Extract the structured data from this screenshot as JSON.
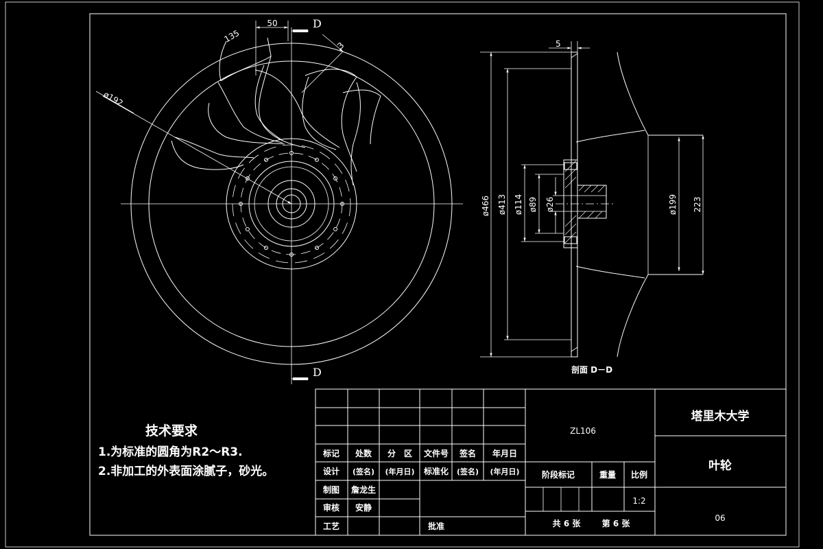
{
  "dimensions": {
    "width_50": "50",
    "section_D": "D",
    "thk_5": "5",
    "ang_135": "135",
    "ang_3": "3",
    "dia_192": "ø192",
    "dia_466": "ø466",
    "dia_413": "ø413",
    "dia_114": "ø114",
    "dia_89": "ø89",
    "dia_26": "ø26",
    "dia_199": "ø199",
    "dim_223": "223"
  },
  "section_label": "剖面 D－D",
  "tech_requirements": {
    "title": "技术要求",
    "item1": "1.为标准的圆角为R2～R3.",
    "item2": "2.非加工的外表面涂腻子，砂光。"
  },
  "title_block": {
    "headers": [
      "标记",
      "处数",
      "分　区",
      "文件号",
      "签名",
      "年月日"
    ],
    "row_design": [
      "设计",
      "(签名)",
      "(年月日)",
      "标准化",
      "(签名)",
      "(年月日)"
    ],
    "row_draw_label": "制图",
    "row_draw_name": "詹龙生",
    "row_check_label": "审核",
    "row_check_name": "安静",
    "row_process_label": "工艺",
    "row_approve_label": "批准",
    "drawing_code": "ZL106",
    "stage_mark": "阶段标记",
    "weight": "重量",
    "scale_label": "比例",
    "scale_value": "1:2",
    "sheets_total": "共 6 张",
    "sheet_no": "第 6 张",
    "university": "塔里木大学",
    "part_name": "叶轮",
    "number": "06"
  }
}
